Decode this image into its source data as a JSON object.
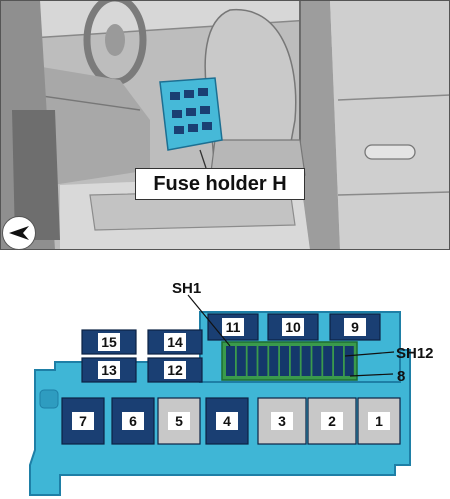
{
  "top": {
    "callout_label": "Fuse holder H",
    "nav_icon": "left-arrow-icon"
  },
  "bottom": {
    "labels": {
      "sh1": "SH1",
      "sh12": "SH12",
      "eight": "8"
    },
    "fuses_top_row": [
      "11",
      "10",
      "9"
    ],
    "fuses_left_stack": [
      "15",
      "14",
      "13",
      "12"
    ],
    "fuses_bottom_row": [
      "7",
      "6",
      "5",
      "4",
      "3",
      "2",
      "1"
    ]
  },
  "colors": {
    "housing": "#3fb6d6",
    "housing_dark": "#1e7fa6",
    "fuse_blue": "#1a3f73",
    "fuse_grey": "#c8c8c8",
    "relay_green": "#3a9a4c",
    "relay_block": "#14386b"
  }
}
